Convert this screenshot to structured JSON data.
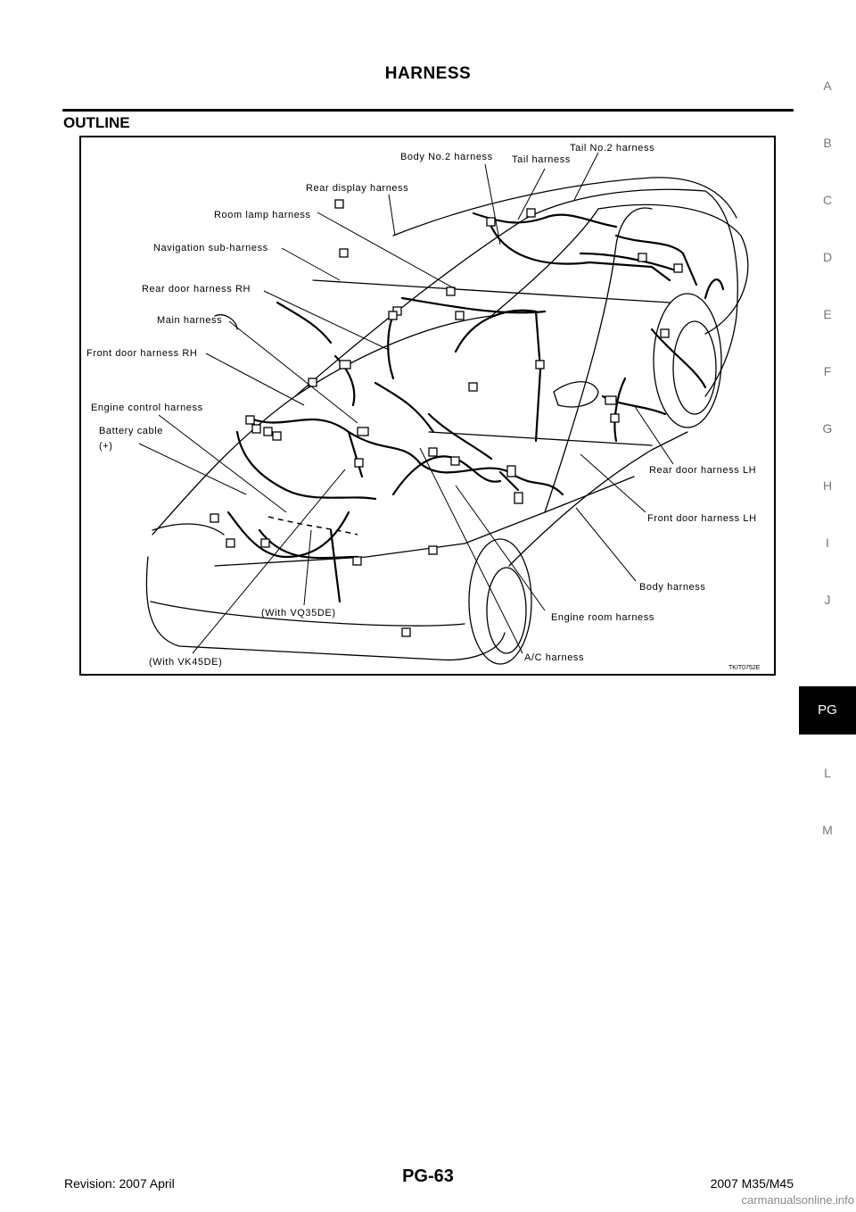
{
  "header": {
    "title": "HARNESS"
  },
  "section": {
    "title": "OUTLINE"
  },
  "figure": {
    "code": "TKIT0752E",
    "labels": {
      "tail_no2": "Tail No.2 harness",
      "body_no2": "Body No.2 harness",
      "tail": "Tail harness",
      "rear_display": "Rear display harness",
      "room_lamp": "Room lamp harness",
      "navigation_sub": "Navigation sub-harness",
      "rear_door_rh": "Rear door harness RH",
      "main": "Main harness",
      "front_door_rh": "Front door harness RH",
      "engine_control": "Engine control harness",
      "battery_cable_line1": "Battery cable",
      "battery_cable_line2": "(+)",
      "rear_door_lh": "Rear door harness LH",
      "front_door_lh": "Front door harness LH",
      "body": "Body harness",
      "engine_room": "Engine room harness",
      "with_vq35de": "(With VQ35DE)",
      "with_vk45de": "(With VK45DE)",
      "ac": "A/C harness"
    }
  },
  "side_index": [
    "A",
    "B",
    "C",
    "D",
    "E",
    "F",
    "G",
    "H",
    "I",
    "J",
    "PG",
    "L",
    "M"
  ],
  "side_index_active": "PG",
  "footer": {
    "revision": "Revision: 2007 April",
    "page": "PG-63",
    "model": "2007 M35/M45"
  },
  "watermark": "carmanualsonline.info"
}
